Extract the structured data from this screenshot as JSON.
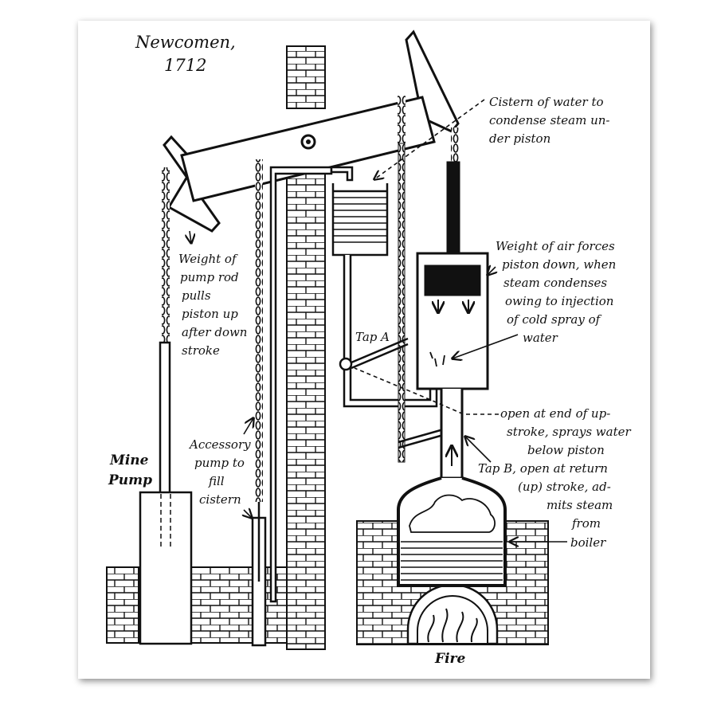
{
  "title": {
    "line1": "Newcomen,",
    "line2": "1712"
  },
  "labels": {
    "cistern": [
      "Cistern of water to",
      "condense steam un-",
      "der piston"
    ],
    "air_weight": [
      "Weight of air forces",
      "piston down, when",
      "steam condenses",
      "owing to injection",
      "of cold spray of",
      "water"
    ],
    "pump_rod": [
      "Weight of",
      "pump rod",
      "pulls",
      "piston up",
      "after down",
      "stroke"
    ],
    "tap_a": "Tap A",
    "tap_a_desc": [
      "open at end of up-",
      "stroke, sprays water",
      "below piston"
    ],
    "tap_b": [
      "Tap B, open at return",
      "(up) stroke, ad-",
      "mits steam",
      "from",
      "boiler"
    ],
    "accessory": [
      "Accessory",
      "pump to",
      "fill",
      "cistern"
    ],
    "mine_pump": [
      "Mine",
      "Pump"
    ],
    "fire": "Fire"
  },
  "colors": {
    "ink": "#111111",
    "paper": "#ffffff"
  }
}
